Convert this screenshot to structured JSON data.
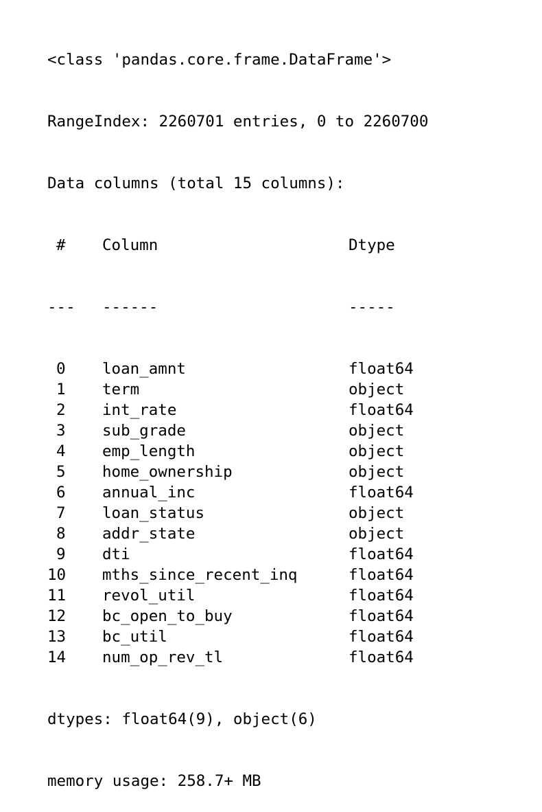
{
  "info": {
    "class_line": "<class 'pandas.core.frame.DataFrame'>",
    "range_index": "RangeIndex: 2260701 entries, 0 to 2260700",
    "data_columns": "Data columns (total 15 columns):",
    "header": {
      "num": "#",
      "column": "Column",
      "dtype": "Dtype"
    },
    "dashes": {
      "num": "---",
      "column": "------",
      "dtype": "-----"
    },
    "rows": [
      {
        "index": "0",
        "column": "loan_amnt",
        "dtype": "float64"
      },
      {
        "index": "1",
        "column": "term",
        "dtype": "object"
      },
      {
        "index": "2",
        "column": "int_rate",
        "dtype": "float64"
      },
      {
        "index": "3",
        "column": "sub_grade",
        "dtype": "object"
      },
      {
        "index": "4",
        "column": "emp_length",
        "dtype": "object"
      },
      {
        "index": "5",
        "column": "home_ownership",
        "dtype": "object"
      },
      {
        "index": "6",
        "column": "annual_inc",
        "dtype": "float64"
      },
      {
        "index": "7",
        "column": "loan_status",
        "dtype": "object"
      },
      {
        "index": "8",
        "column": "addr_state",
        "dtype": "object"
      },
      {
        "index": "9",
        "column": "dti",
        "dtype": "float64"
      },
      {
        "index": "10",
        "column": "mths_since_recent_inq",
        "dtype": "float64"
      },
      {
        "index": "11",
        "column": "revol_util",
        "dtype": "float64"
      },
      {
        "index": "12",
        "column": "bc_open_to_buy",
        "dtype": "float64"
      },
      {
        "index": "13",
        "column": "bc_util",
        "dtype": "float64"
      },
      {
        "index": "14",
        "column": "num_op_rev_tl",
        "dtype": "float64"
      }
    ],
    "dtypes_line": "dtypes: float64(9), object(6)",
    "memory_line": "memory usage: 258.7+ MB"
  }
}
